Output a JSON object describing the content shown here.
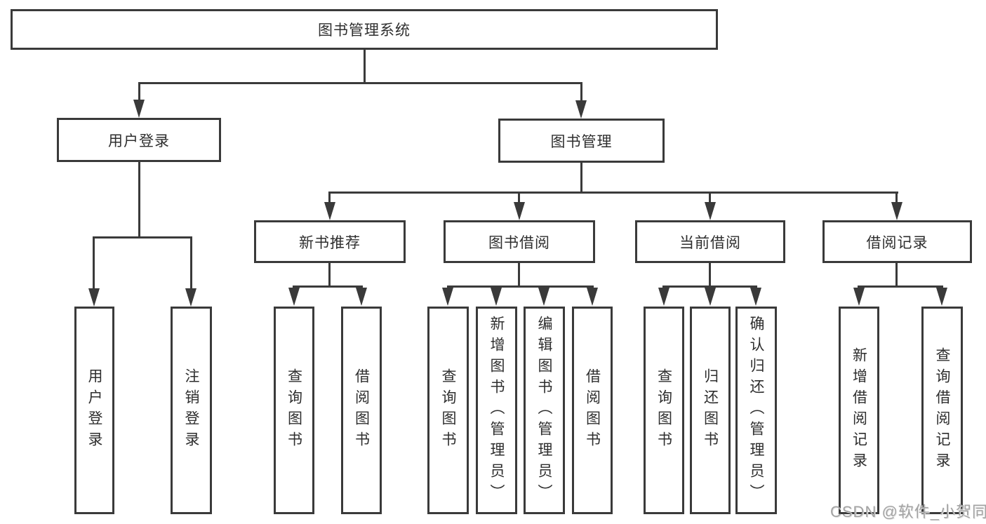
{
  "diagram": {
    "root": {
      "label": "图书管理系统"
    },
    "level2": [
      {
        "label": "用户登录"
      },
      {
        "label": "图书管理"
      }
    ],
    "level3": [
      {
        "label": "新书推荐"
      },
      {
        "label": "图书借阅"
      },
      {
        "label": "当前借阅"
      },
      {
        "label": "借阅记录"
      }
    ],
    "leaves": {
      "user_login": [
        "用户登录",
        "注销登录"
      ],
      "new_book_recommend": [
        "查询图书",
        "借阅图书"
      ],
      "book_borrow": [
        "查询图书",
        "新增图书（管理员）",
        "编辑图书（管理员）",
        "借阅图书"
      ],
      "current_borrow": [
        "查询图书",
        "归还图书",
        "确认归还（管理员）"
      ],
      "borrow_records": [
        "新增借阅记录",
        "查询借阅记录"
      ]
    }
  },
  "watermark": {
    "text": "CSDN @软件_小贺同学"
  },
  "colors": {
    "line": "#3a3a3a",
    "text": "#2e2e2e",
    "box_fill": "#ffffff",
    "background": "#ffffff",
    "watermark": "#a3a3a3"
  }
}
